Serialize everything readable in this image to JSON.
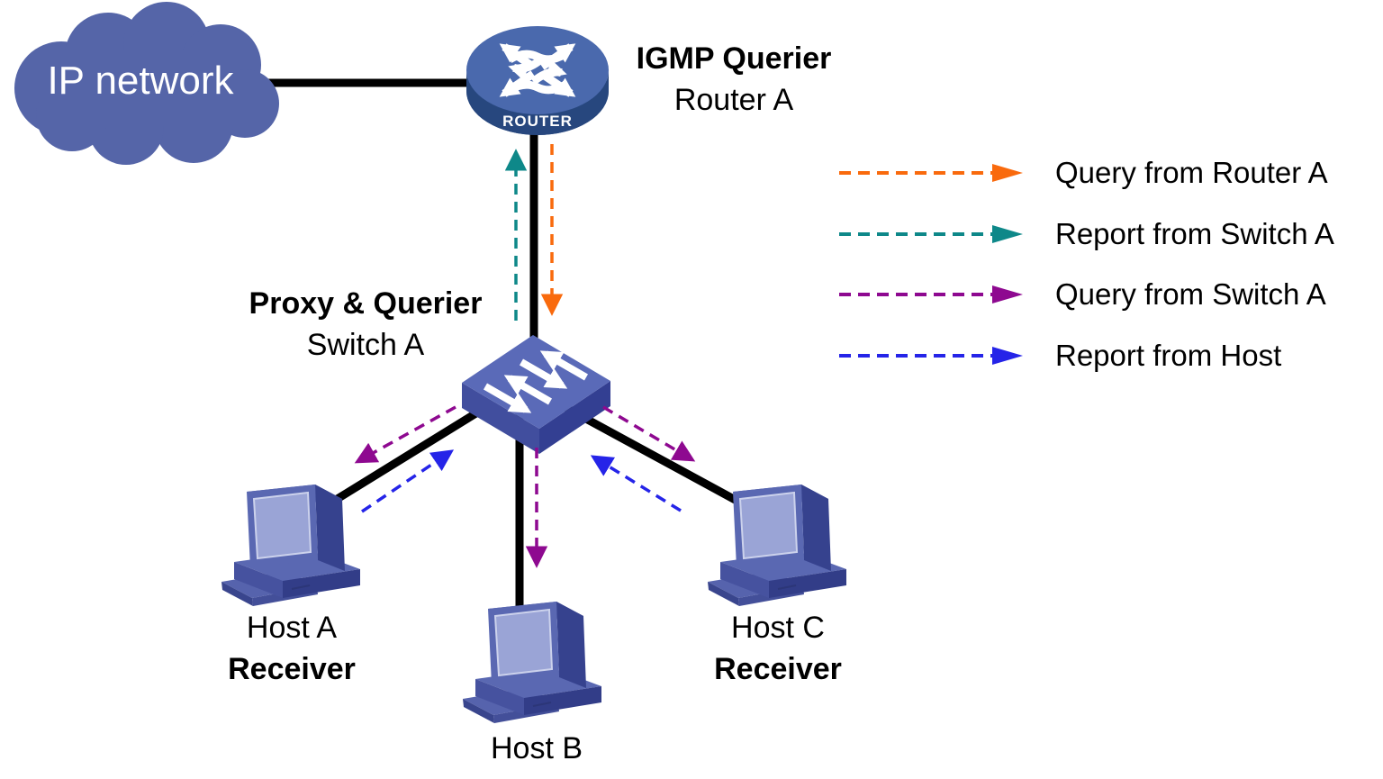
{
  "cloud": {
    "label": "IP network"
  },
  "router": {
    "title": "IGMP Querier",
    "name": "Router A",
    "icon_text": "ROUTER"
  },
  "switch": {
    "title": "Proxy & Querier",
    "name": "Switch A"
  },
  "hosts": {
    "a": {
      "name": "Host A",
      "role": "Receiver"
    },
    "b": {
      "name": "Host B"
    },
    "c": {
      "name": "Host C",
      "role": "Receiver"
    }
  },
  "legend": {
    "items": [
      {
        "label": "Query from Router A",
        "color": "#f96a0d"
      },
      {
        "label": "Report from Switch A",
        "color": "#0e8889"
      },
      {
        "label": "Query from Switch A",
        "color": "#8e0990"
      },
      {
        "label": "Report from Host",
        "color": "#2524e8"
      }
    ]
  },
  "colors": {
    "query_router": "#f96a0d",
    "report_switch": "#0e8889",
    "query_switch": "#8e0990",
    "report_host": "#2524e8",
    "link": "#000000",
    "node_blue": "#5565a8"
  },
  "icons": {
    "cloud": "network-cloud-icon",
    "router": "router-crossed-arrows-icon",
    "switch": "switch-traffic-arrows-icon",
    "host": "desktop-computer-icon"
  }
}
